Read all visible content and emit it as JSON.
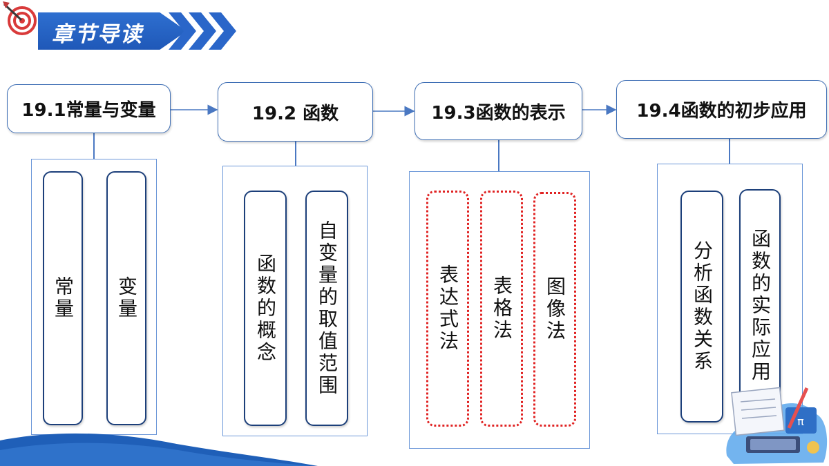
{
  "header": {
    "title": "章节导读"
  },
  "sections": [
    {
      "title": "19.1常量与变量",
      "items": [
        "常量",
        "变量"
      ]
    },
    {
      "title": "19.2 函数",
      "items": [
        "函数的概念",
        "自变量的取值范围"
      ]
    },
    {
      "title": "19.3函数的表示",
      "items": [
        "表达式法",
        "表格法",
        "图像法"
      ]
    },
    {
      "title": "19.4函数的初步应用",
      "items": [
        "分析函数关系",
        "函数的实际应用"
      ]
    }
  ],
  "colors": {
    "primary": "#1f58b8",
    "border": "#3f6fb5",
    "dotted": "#e02222"
  },
  "icons": [
    "dart-target-icon",
    "chevron-right-icon",
    "math-desk-illustration"
  ]
}
